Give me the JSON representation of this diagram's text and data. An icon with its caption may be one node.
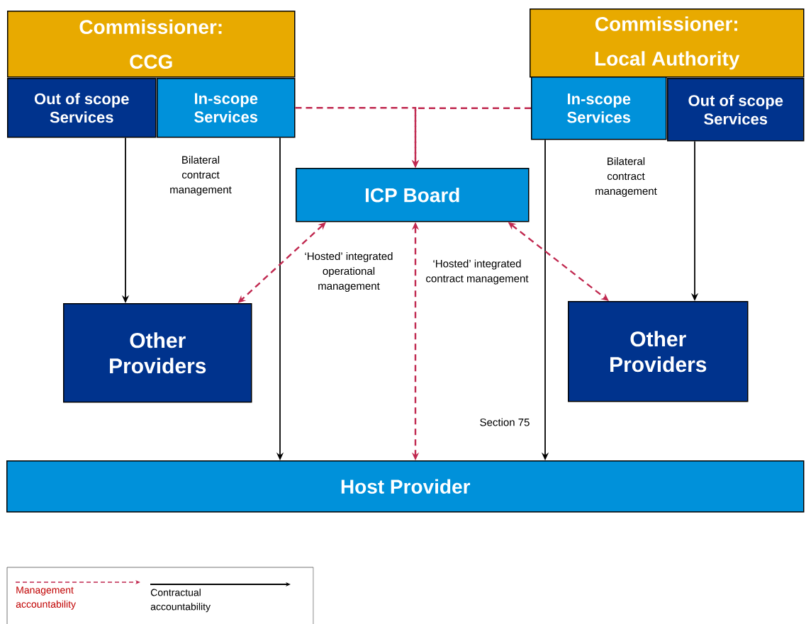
{
  "diagram": {
    "nodes": [
      {
        "text": [
          "Commissioner: CCG"
        ]
      },
      {
        "text": [
          "Out of scope Services"
        ]
      },
      {
        "text": [
          "In-scope Services"
        ]
      },
      {
        "text": [
          "Commissioner: Local Authority"
        ]
      },
      {
        "text": [
          "In-scope Services"
        ]
      },
      {
        "text": [
          "Out of scope Services"
        ]
      },
      {
        "text": [
          "ICP Board"
        ]
      },
      {
        "text": [
          "Other Providers"
        ]
      },
      {
        "text": [
          "Other Providers"
        ]
      },
      {
        "text": [
          "Host Provider"
        ]
      }
    ],
    "edges": [
      {
        "from": 1,
        "to": 7,
        "arrow": "to",
        "color": "#000000"
      },
      {
        "from": 2,
        "to": 9,
        "arrow": "to",
        "color": "#000000"
      },
      {
        "from": 4,
        "to": 9,
        "arrow": "to",
        "color": "#000000"
      },
      {
        "from": 5,
        "to": 8,
        "arrow": "to",
        "color": "#000000"
      },
      {
        "from": 2,
        "to": 6,
        "arrow": "to",
        "style": "dashed"
      },
      {
        "from": 4,
        "to": 6,
        "arrow": "to",
        "style": "dashed"
      },
      {
        "from": 6,
        "to": 7,
        "arrow": "both",
        "style": "dashed"
      },
      {
        "from": 6,
        "to": 9,
        "arrow": "both",
        "style": "dashed"
      },
      {
        "from": 6,
        "to": 8,
        "arrow": "both",
        "style": "dashed"
      }
    ],
    "labels": [
      "Bilateral contract management",
      "Bilateral contract management",
      "‘Hosted’ integrated operational management",
      "‘Hosted’ integrated contract management",
      "Section 75"
    ],
    "legend": [
      {
        "text": "Management accountability"
      },
      {
        "text": "Contractual accountability"
      }
    ]
  }
}
